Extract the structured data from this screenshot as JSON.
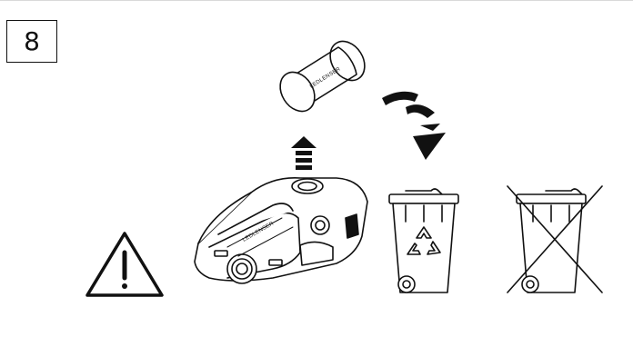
{
  "step_number": "8",
  "battery_brand_top": "LEDLENSER",
  "battery_brand_holder": "LEDLENSER",
  "colors": {
    "line": "#111111",
    "fill": "#ffffff",
    "arrow": "#111111",
    "rule": "#d9d9d9"
  },
  "icons": [
    "warning-triangle-icon",
    "recycle-icon",
    "crossed-out-bin-icon",
    "arrow-up-icon",
    "curved-arrow-icon"
  ]
}
